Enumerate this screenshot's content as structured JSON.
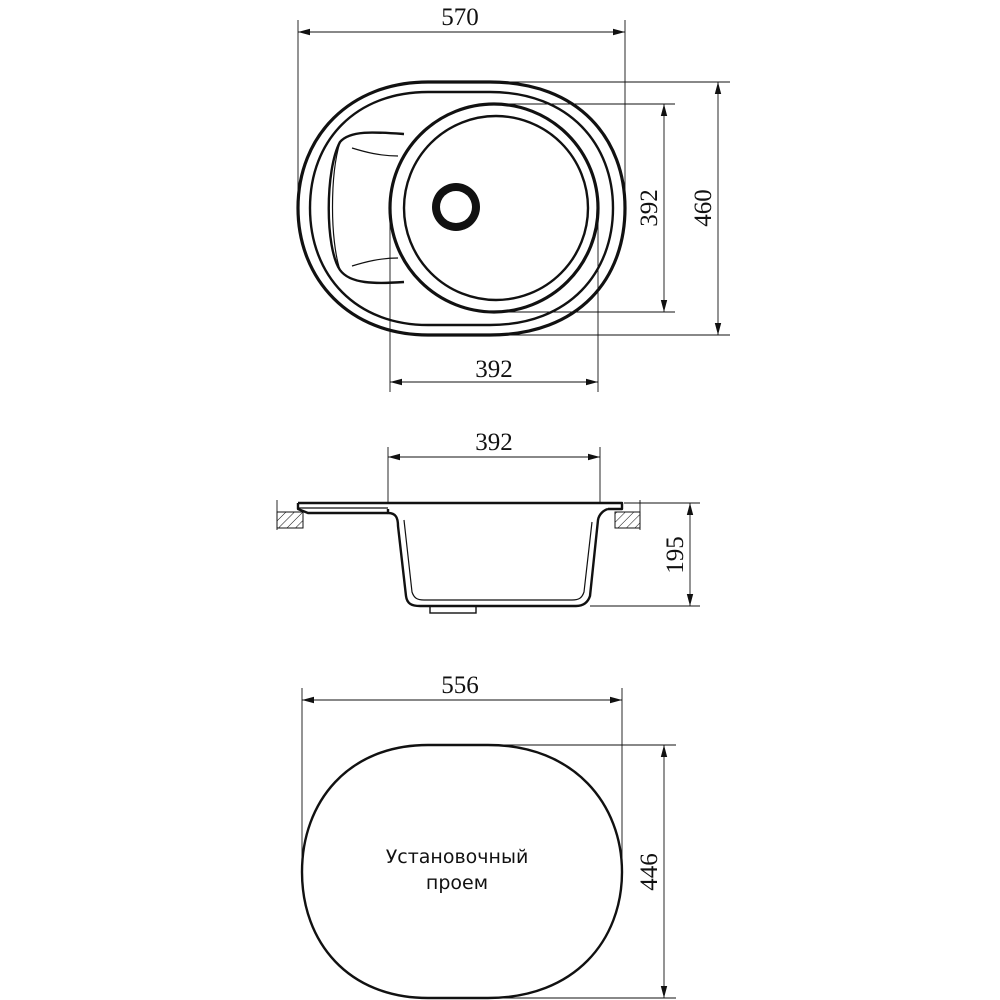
{
  "top_view": {
    "overall_width": "570",
    "overall_depth": "460",
    "bowl_depth": "392",
    "bowl_width": "392"
  },
  "side_view": {
    "bowl_width": "392",
    "bowl_height": "195"
  },
  "cutout_view": {
    "width": "556",
    "depth": "446",
    "label_line1": "Установочный",
    "label_line2": "проем"
  }
}
